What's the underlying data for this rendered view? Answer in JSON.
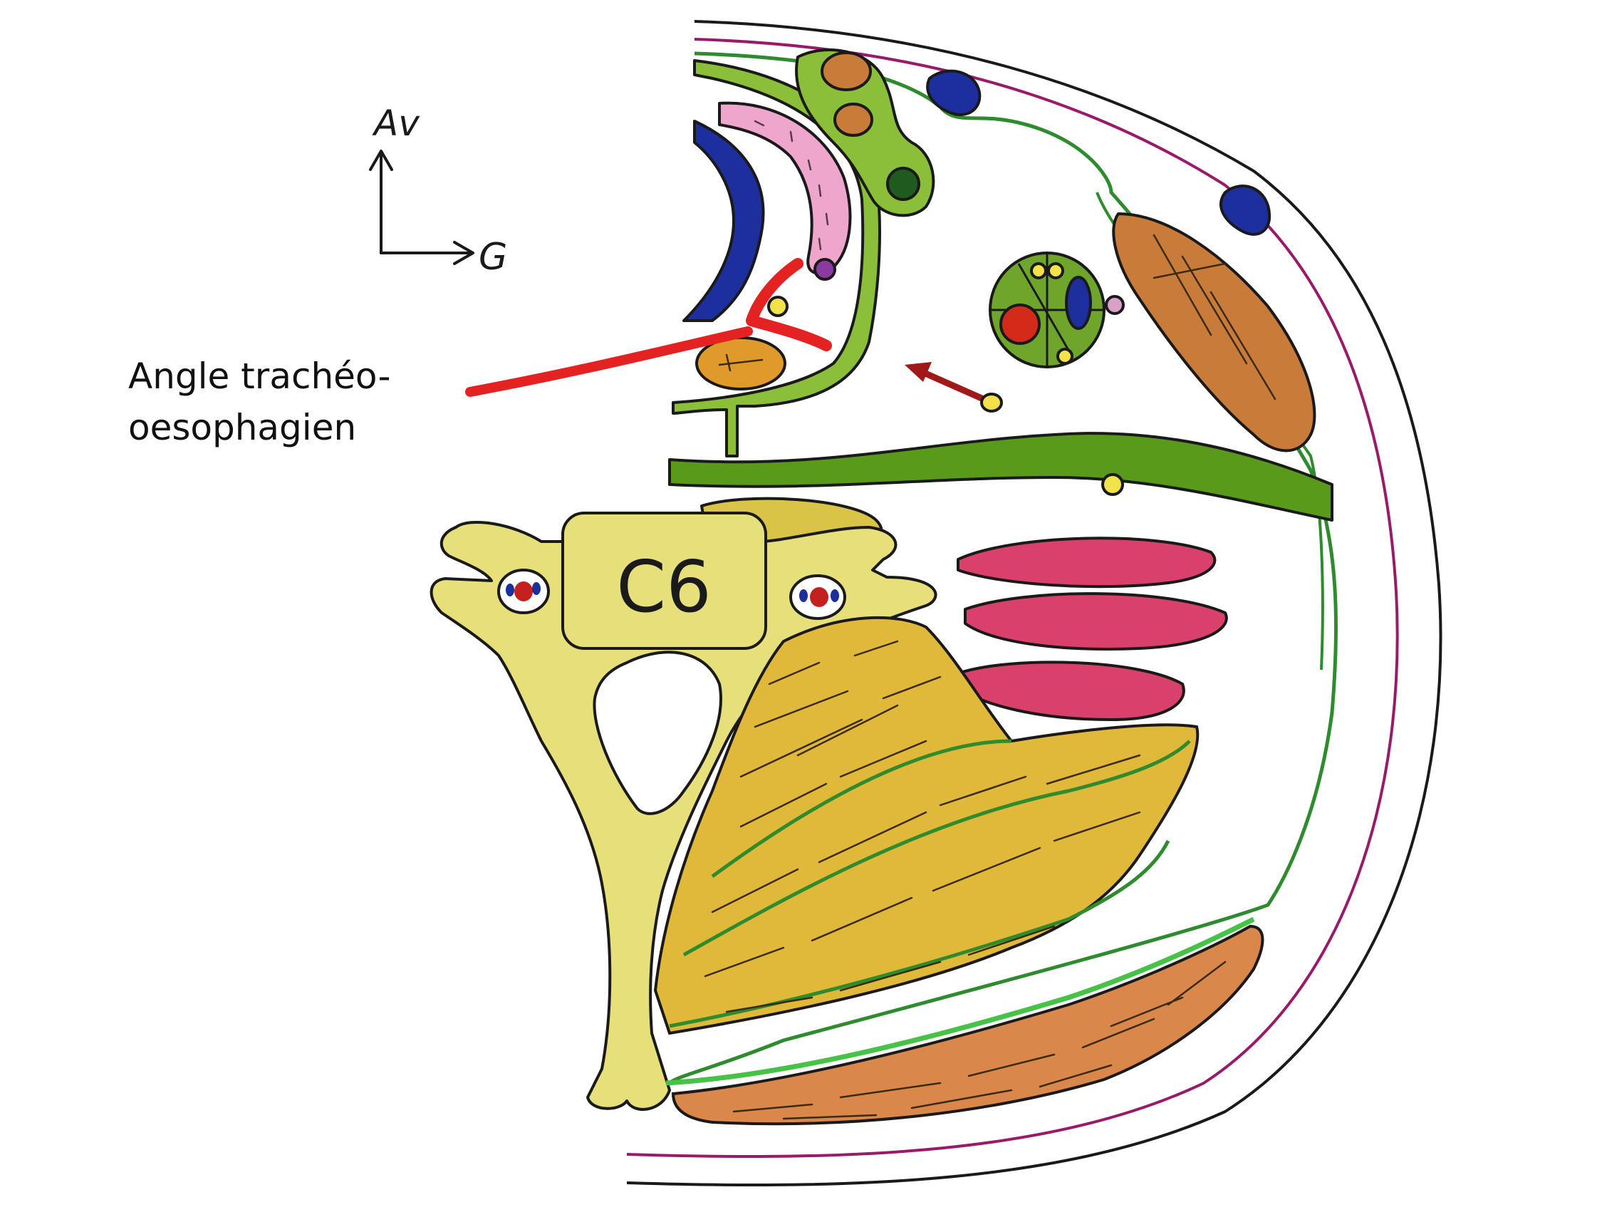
{
  "orientation": {
    "anterior_label": "Av",
    "left_label": "G"
  },
  "vertebra": {
    "label": "C6"
  },
  "annotation": {
    "line1": "Angle trachéo-",
    "line2": "oesophagien"
  },
  "colors": {
    "pointer": "#e42222",
    "fascia": "#2e8b2e",
    "skin": "#9a1a6a",
    "bone": "#e6df7a",
    "muscle_orange": "#c97b3a",
    "muscle_gold": "#e0b83a",
    "muscle_pink": "#d9416a",
    "trachea_pink": "#efa6cc",
    "thyroid_blue": "#1c2f9c",
    "vessel_green": "#6ea52a"
  }
}
